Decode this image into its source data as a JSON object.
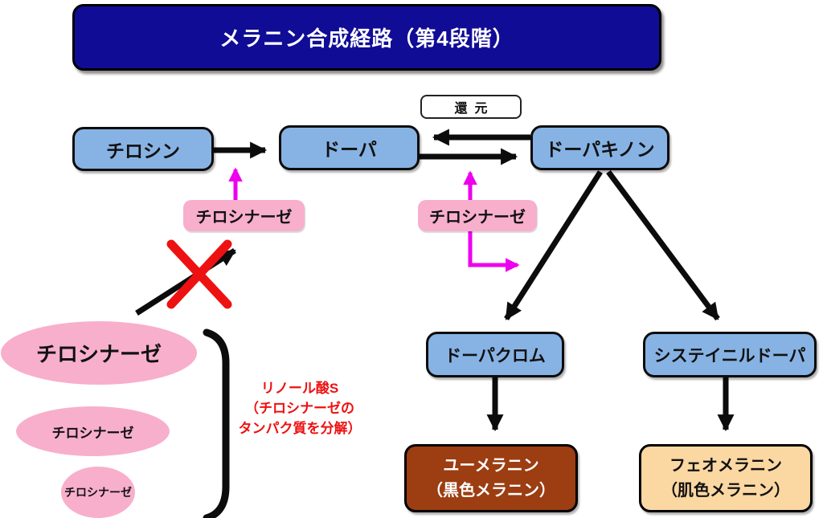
{
  "title": "メラニン合成経路（第4段階）",
  "nodes": {
    "tyrosine": "チロシン",
    "dopa": "ドーパ",
    "dopaquinone": "ドーパキノン",
    "dopachrome": "ドーパクロム",
    "cysteinyldopa": "システイニルドーパ"
  },
  "labels": {
    "reduction": "還元",
    "tyrosinase_left": "チロシナーゼ",
    "tyrosinase_right": "チロシナーゼ"
  },
  "results": {
    "eumelanin": {
      "line1": "ユーメラニン",
      "line2": "（黒色メラニン）"
    },
    "pheomelanin": {
      "line1": "フェオメラニン",
      "line2": "（肌色メラニン）"
    }
  },
  "ellipses": [
    {
      "size": "large",
      "label": "チロシナーゼ"
    },
    {
      "size": "medium",
      "label": "チロシナーゼ"
    },
    {
      "size": "small",
      "label": "チロシナーゼ"
    }
  ],
  "annotation": {
    "line1": "リノール酸S",
    "line2": "（チロシナーゼの",
    "line3": "タンパク質を分解）"
  },
  "colors": {
    "title_bg": "#100c96",
    "node_blue": "#87b3e4",
    "enzyme_pink": "#f8afcb",
    "magenta_arrow": "#ee00ee",
    "red_accent": "#ee1111",
    "eumelanin_bg": "#9c3d12",
    "pheomelanin_bg": "#fbd7a2"
  }
}
